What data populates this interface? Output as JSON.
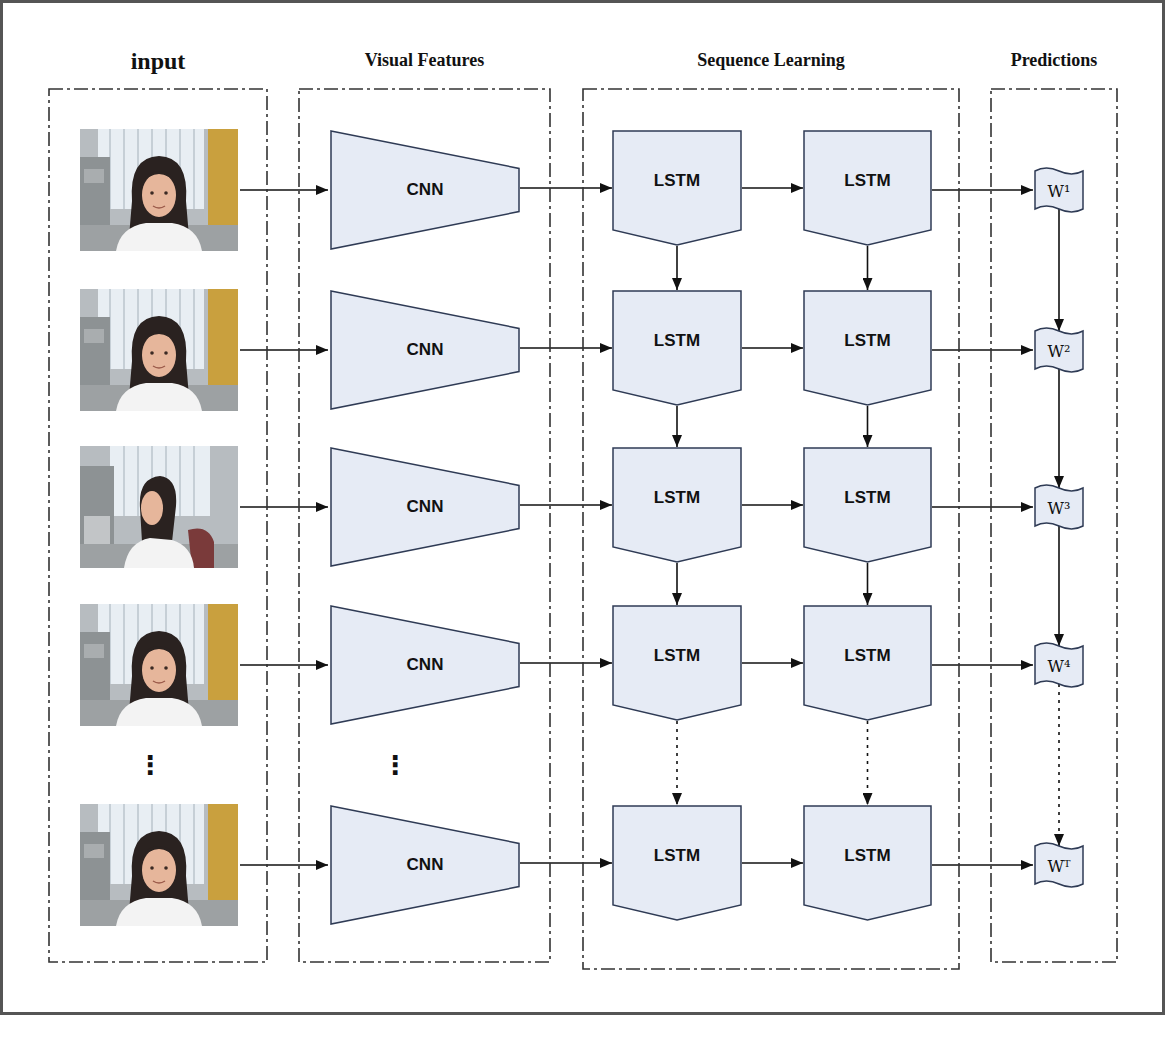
{
  "diagram": {
    "nodes": [
      {
        "text": [
          "input"
        ]
      },
      {
        "text": [
          "Visual Features"
        ]
      },
      {
        "text": [
          "Sequence Learning"
        ]
      },
      {
        "text": [
          "Predictions"
        ]
      },
      {
        "text": [
          "CNN"
        ],
        "in": 1
      },
      {
        "text": [
          "LSTM"
        ],
        "in": 2
      },
      {
        "text": [
          "LSTM"
        ],
        "in": 2
      },
      {
        "text": [
          "W¹"
        ],
        "in": 3
      },
      {
        "text": [
          "CNN"
        ],
        "in": 1
      },
      {
        "text": [
          "LSTM"
        ],
        "in": 2
      },
      {
        "text": [
          "LSTM"
        ],
        "in": 2
      },
      {
        "text": [
          "W²"
        ],
        "in": 3
      },
      {
        "text": [
          "CNN"
        ],
        "in": 1
      },
      {
        "text": [
          "LSTM"
        ],
        "in": 2
      },
      {
        "text": [
          "LSTM"
        ],
        "in": 2
      },
      {
        "text": [
          "W³"
        ],
        "in": 3
      },
      {
        "text": [
          "CNN"
        ],
        "in": 1
      },
      {
        "text": [
          "LSTM"
        ],
        "in": 2
      },
      {
        "text": [
          "LSTM"
        ],
        "in": 2
      },
      {
        "text": [
          "W⁴"
        ],
        "in": 3
      },
      {
        "text": [
          "CNN"
        ],
        "in": 1
      },
      {
        "text": [
          "LSTM"
        ],
        "in": 2
      },
      {
        "text": [
          "LSTM"
        ],
        "in": 2
      },
      {
        "text": [
          "Wᵀ"
        ],
        "in": 3
      }
    ],
    "edges": [
      {
        "from": 4,
        "to": 5,
        "arrow": "to"
      },
      {
        "from": 5,
        "to": 6,
        "arrow": "to"
      },
      {
        "from": 6,
        "to": 7,
        "arrow": "to"
      },
      {
        "from": 8,
        "to": 9,
        "arrow": "to"
      },
      {
        "from": 9,
        "to": 10,
        "arrow": "to"
      },
      {
        "from": 10,
        "to": 11,
        "arrow": "to"
      },
      {
        "from": 12,
        "to": 13,
        "arrow": "to"
      },
      {
        "from": 13,
        "to": 14,
        "arrow": "to"
      },
      {
        "from": 14,
        "to": 15,
        "arrow": "to"
      },
      {
        "from": 16,
        "to": 17,
        "arrow": "to"
      },
      {
        "from": 17,
        "to": 18,
        "arrow": "to"
      },
      {
        "from": 18,
        "to": 19,
        "arrow": "to"
      },
      {
        "from": 20,
        "to": 21,
        "arrow": "to"
      },
      {
        "from": 21,
        "to": 22,
        "arrow": "to"
      },
      {
        "from": 22,
        "to": 23,
        "arrow": "to"
      },
      {
        "from": 5,
        "to": 9,
        "arrow": "to"
      },
      {
        "from": 6,
        "to": 10,
        "arrow": "to"
      },
      {
        "from": 7,
        "to": 11,
        "arrow": "to"
      },
      {
        "from": 9,
        "to": 13,
        "arrow": "to"
      },
      {
        "from": 10,
        "to": 14,
        "arrow": "to"
      },
      {
        "from": 11,
        "to": 15,
        "arrow": "to"
      },
      {
        "from": 13,
        "to": 17,
        "arrow": "to"
      },
      {
        "from": 14,
        "to": 18,
        "arrow": "to"
      },
      {
        "from": 15,
        "to": 19,
        "arrow": "to"
      },
      {
        "from": 17,
        "to": 21,
        "arrow": "to"
      },
      {
        "from": 18,
        "to": 22,
        "arrow": "to"
      },
      {
        "from": 19,
        "to": 23,
        "arrow": "to"
      }
    ],
    "labels": [
      "⋮",
      "⋮"
    ]
  }
}
